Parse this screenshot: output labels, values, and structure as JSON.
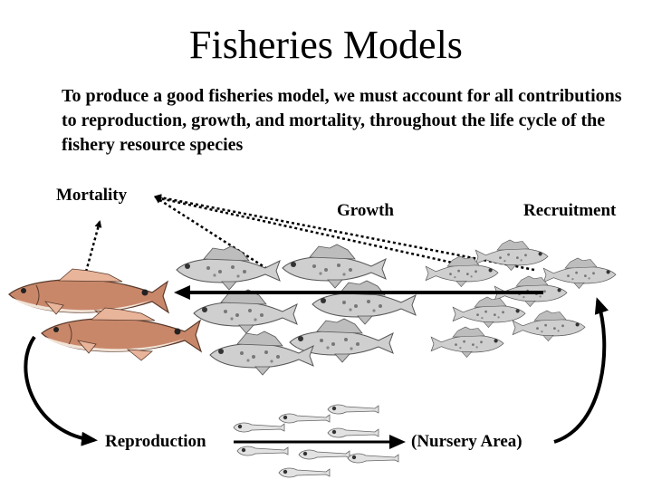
{
  "slide": {
    "title": "Fisheries Models",
    "intro": "To produce a good fisheries model, we must account for all contributions to reproduction, growth, and mortality, throughout the life cycle of the fishery resource species"
  },
  "labels": {
    "mortality": "Mortality",
    "growth": "Growth",
    "recruitment": "Recruitment",
    "reproduction": "Reproduction",
    "nursery_area": "(Nursery Area)"
  },
  "colors": {
    "adult_fish_back": "#c9876a",
    "adult_fish_belly": "#f1e3d6",
    "adult_fish_fin": "#e8b49a",
    "juvenile_fish": "#c8c8c8",
    "juvenile_fish_outline": "#6e6e6e",
    "larva": "#dcdcdc",
    "arrow": "#000000"
  }
}
